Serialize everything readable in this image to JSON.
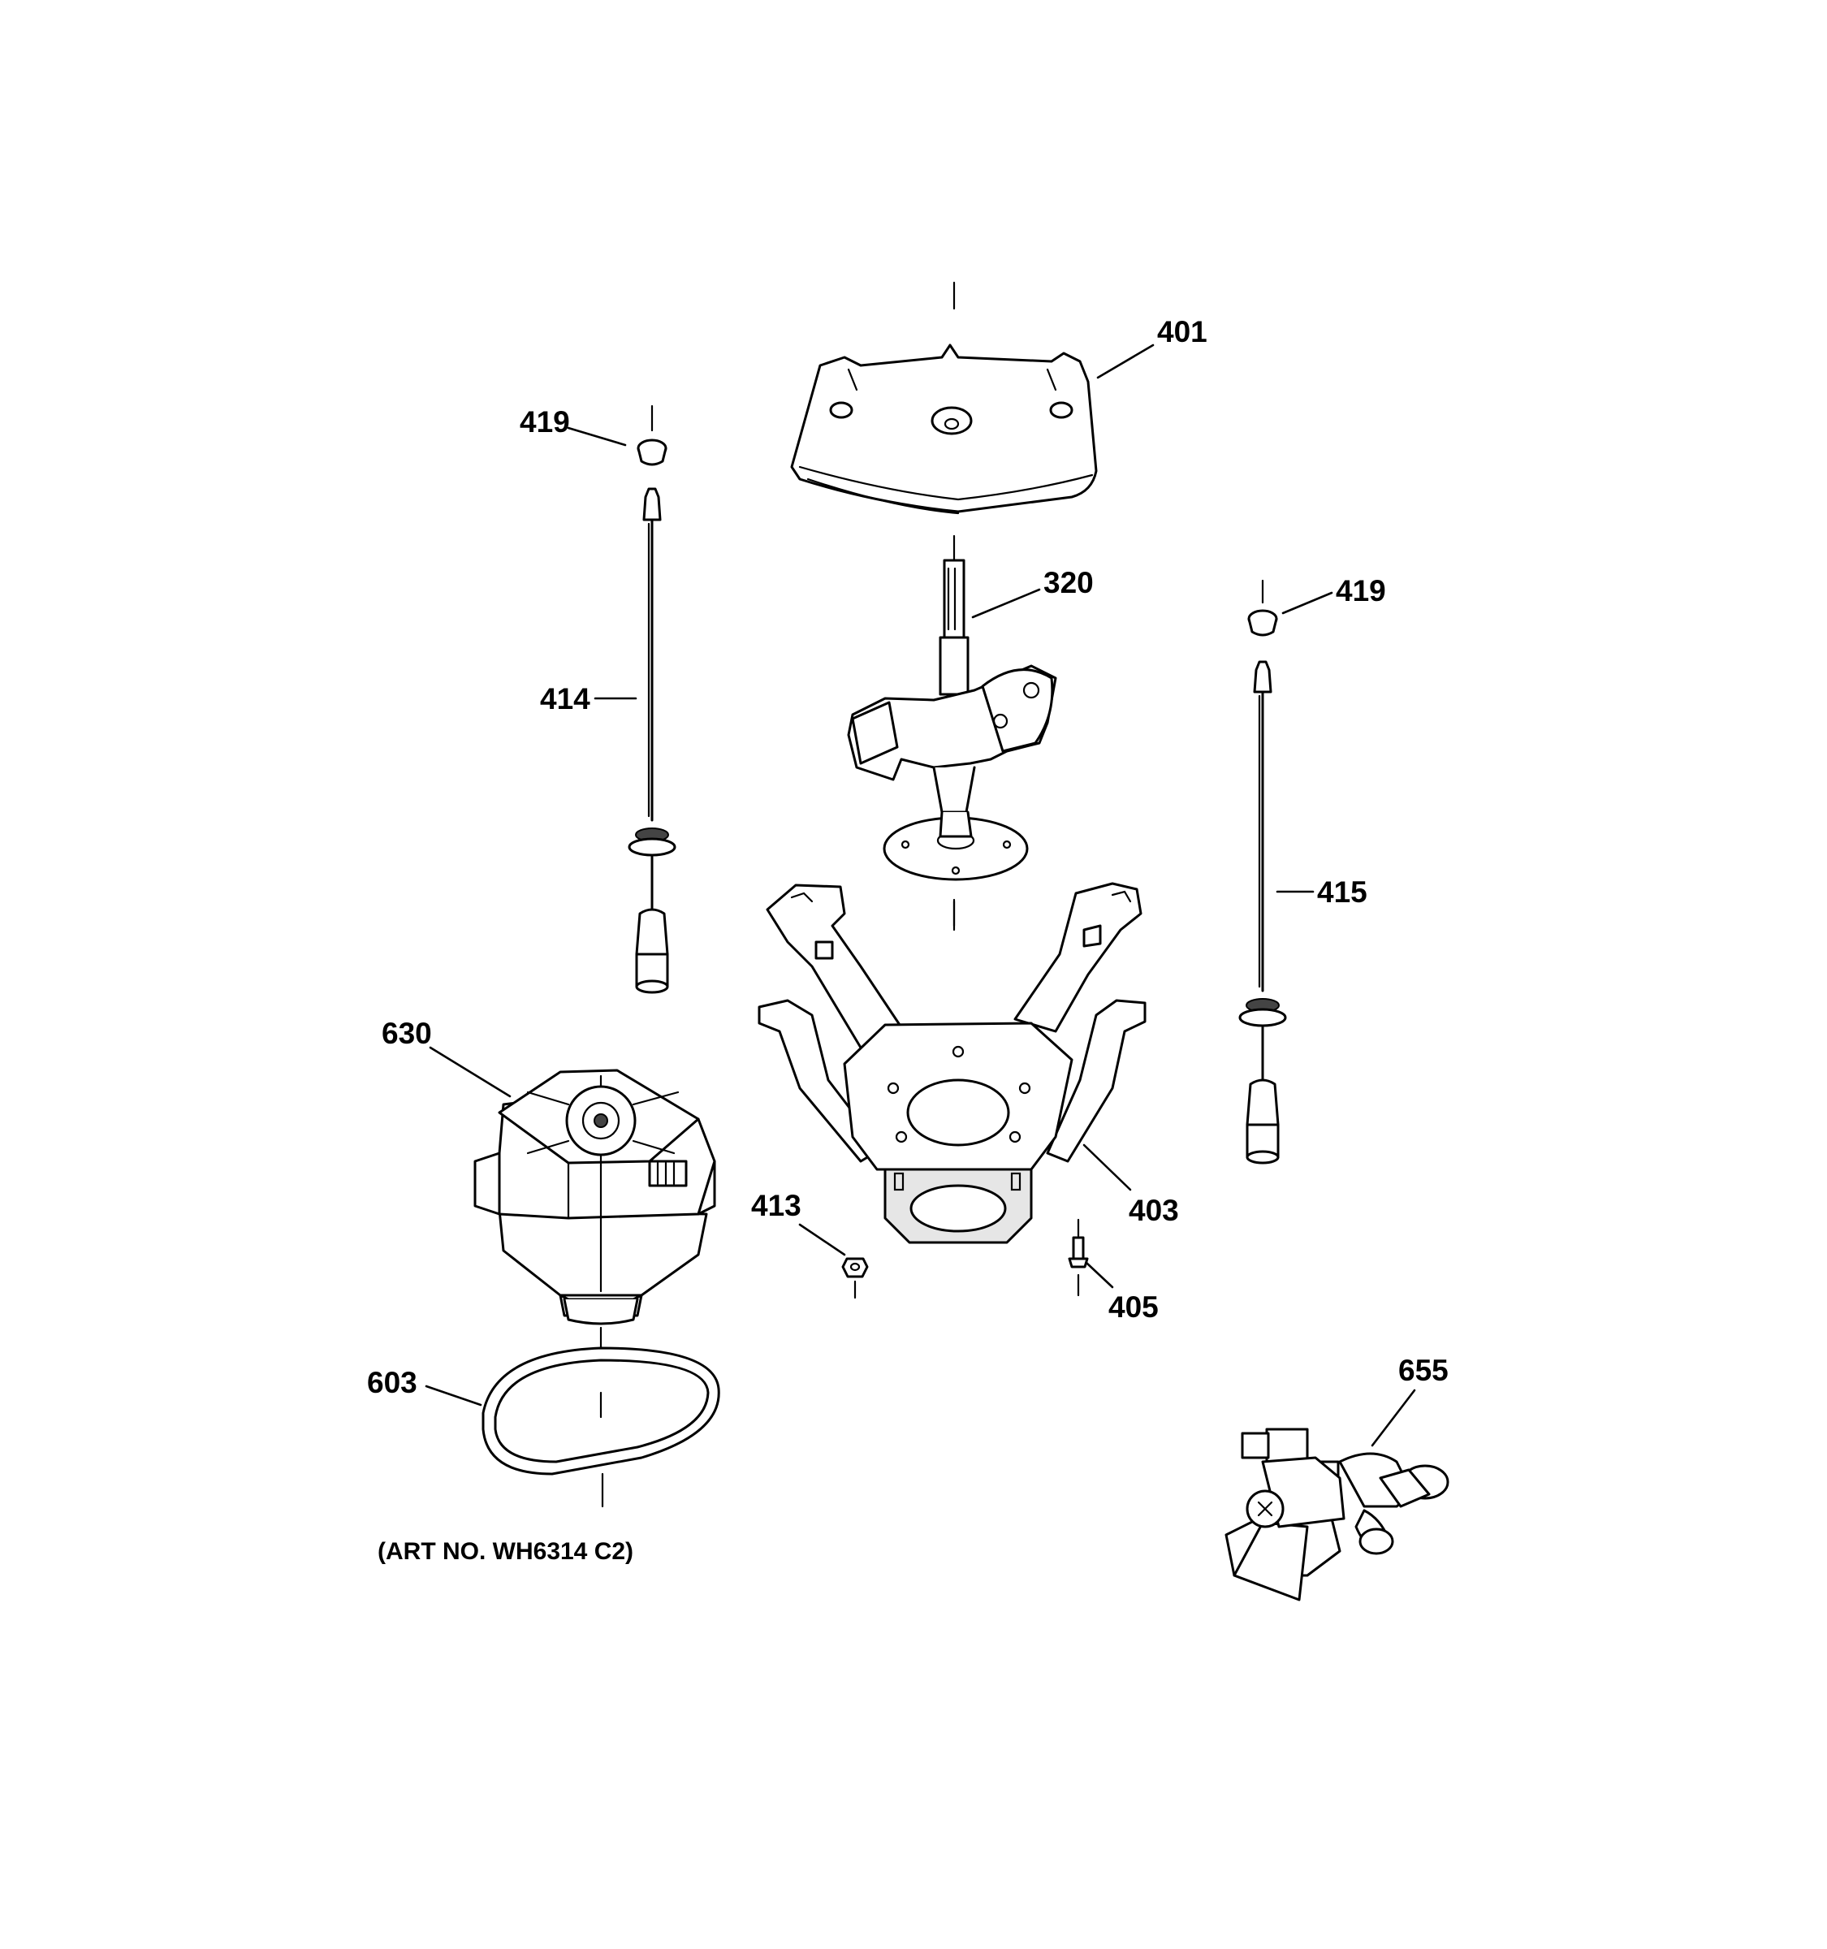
{
  "diagram": {
    "art_number": "(ART NO. WH6314 C2)",
    "callouts": {
      "cover": "401",
      "cap_left": "419",
      "cap_right": "419",
      "transmission": "320",
      "rod_left": "414",
      "rod_right": "415",
      "motor": "630",
      "nut": "413",
      "frame": "403",
      "screw": "405",
      "belt": "603",
      "valve": "655"
    }
  }
}
